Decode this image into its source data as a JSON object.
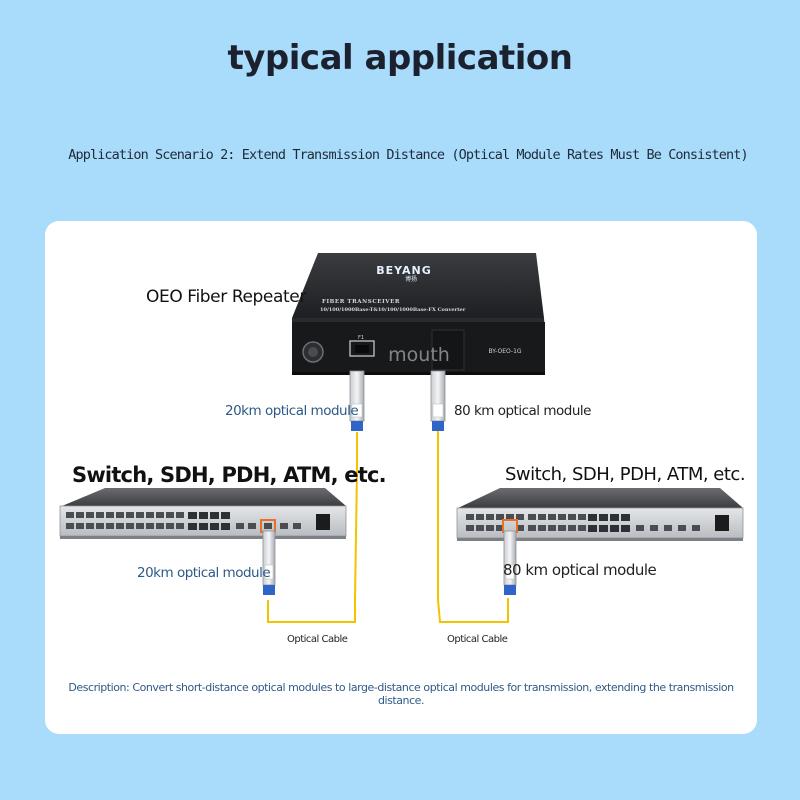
{
  "title": "typical application",
  "subtitle": "Application Scenario 2: Extend Transmission Distance (Optical Module Rates Must Be Consistent)",
  "device": {
    "label": "OEO Fiber Repeater",
    "brand": "BEYANG",
    "brand_cn": "博扬",
    "front_text_1": "FIBER TRANSCEIVER",
    "front_text_2": "10/100/1000Base-T&10/100/1000Base-FX Converter",
    "port_label": "F1",
    "model": "BY-OEO-1G",
    "watermark": "mouth"
  },
  "modules": {
    "top_left": "20km optical module",
    "top_right": "80 km optical module",
    "bottom_left": "20km optical module",
    "bottom_right": "80 km optical module"
  },
  "switches": {
    "left_label": "Switch, SDH, PDH, ATM, etc.",
    "right_label": "Switch, SDH, PDH, ATM, etc."
  },
  "cables": {
    "left": "Optical Cable",
    "right": "Optical Cable"
  },
  "description": "Description: Convert short-distance optical modules to large-distance optical modules for transmission, extending the transmission distance.",
  "colors": {
    "background": "#a9dcfa",
    "card": "#ffffff",
    "fiber": "#f4c300",
    "highlight": "#e8702a",
    "label_blue": "#2e5a88"
  }
}
